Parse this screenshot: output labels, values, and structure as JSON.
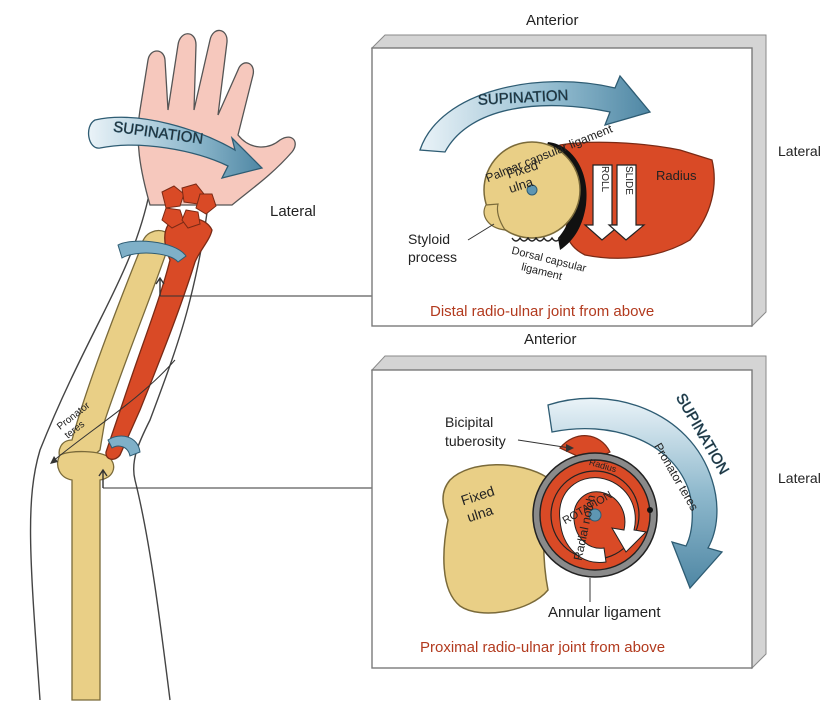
{
  "arm": {
    "supination_label": "SUPINATION",
    "lateral_label": "Lateral",
    "pronator_label_line1": "Pronator",
    "pronator_label_line2": "teres"
  },
  "distal_panel": {
    "anterior_label": "Anterior",
    "lateral_label": "Lateral",
    "supination_label": "SUPINATION",
    "palmar_ligament_label": "Palmar capsular ligament",
    "fixed_ulna_line1": "Fixed",
    "fixed_ulna_line2": "ulna",
    "radius_label": "Radius",
    "roll_label": "ROLL",
    "slide_label": "SLIDE",
    "styloid_line1": "Styloid",
    "styloid_line2": "process",
    "dorsal_ligament_line1": "Dorsal capsular",
    "dorsal_ligament_line2": "ligament",
    "caption": "Distal radio-ulnar joint from above"
  },
  "proximal_panel": {
    "anterior_label": "Anterior",
    "lateral_label": "Lateral",
    "supination_label": "SUPINATION",
    "bicipital_line1": "Bicipital",
    "bicipital_line2": "tuberosity",
    "pronator_teres_label": "Pronator teres",
    "radius_label": "Radius",
    "rotation_label": "ROTATION",
    "fixed_ulna_line1": "Fixed",
    "fixed_ulna_line2": "ulna",
    "radial_notch_label": "Radial notch",
    "annular_ligament_label": "Annular ligament",
    "caption": "Proximal radio-ulnar joint from above"
  },
  "colors": {
    "bone": "#e9cf86",
    "radius": "#d94a26",
    "skin": "#f6c8bd",
    "arrow_blue": "#5e96b2",
    "panel_edge": "#9a9a9a"
  }
}
